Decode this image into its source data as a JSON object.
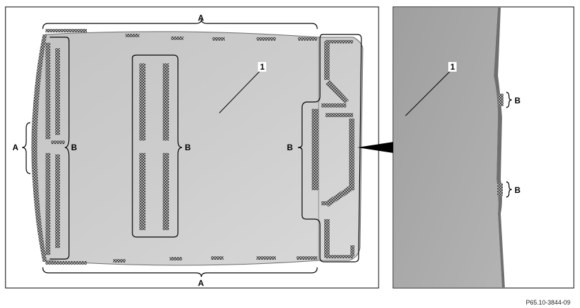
{
  "figure_id": "P65.10-3844-09",
  "labels": {
    "a_top": "A",
    "a_bottom": "A",
    "a_left": "A",
    "b_left": "B",
    "b_center": "B",
    "b_right": "B",
    "b_detail_upper": "B",
    "b_detail_lower": "B",
    "part_main": "1",
    "part_detail": "1"
  },
  "colors": {
    "headliner_fill_light": "#d6d6d6",
    "headliner_fill_dark": "#bdbdbd",
    "detail_fill": "#a9a9a9",
    "adhesive_pattern": "#3a3a3a",
    "frame_border": "#000000"
  }
}
